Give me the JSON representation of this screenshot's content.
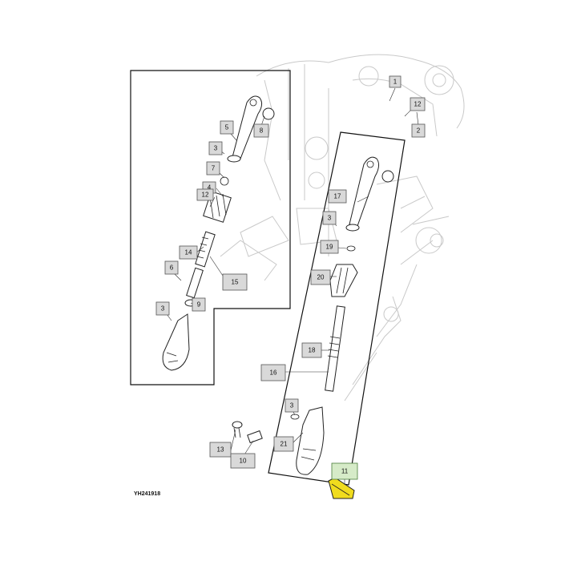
{
  "drawing": {
    "reference_code": "YH241918",
    "highlight_color": "#f0dc1e",
    "callout_color": "#d9d9d9",
    "highlight_callout_color": "#d6ebc8"
  },
  "callouts": {
    "c1": "1",
    "c2": "2",
    "c12_top": "12",
    "c8": "8",
    "c5": "5",
    "c3_a": "3",
    "c7": "7",
    "c4": "4",
    "c12_mid": "12",
    "c14": "14",
    "c6": "6",
    "c15": "15",
    "c9": "9",
    "c3_b": "3",
    "c17": "17",
    "c3_c": "3",
    "c19": "19",
    "c20": "20",
    "c18": "18",
    "c16": "16",
    "c3_d": "3",
    "c21": "21",
    "c13": "13",
    "c10": "10",
    "c11": "11"
  }
}
